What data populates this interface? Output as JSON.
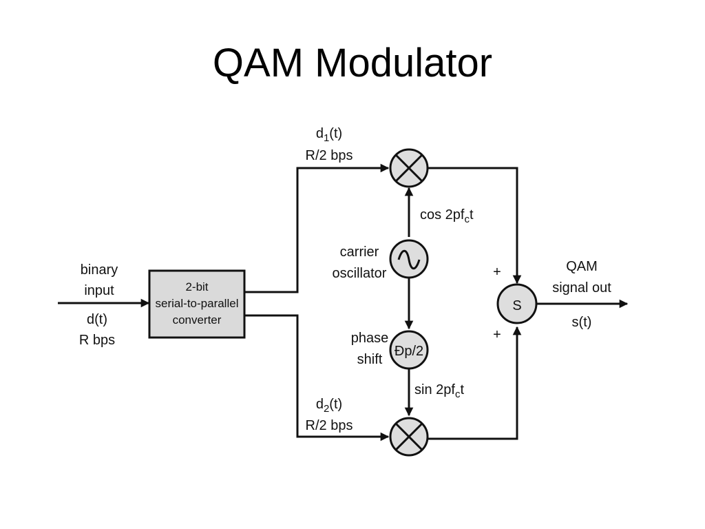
{
  "title": "QAM Modulator",
  "input": {
    "line1": "binary",
    "line2": "input",
    "line3": "d(t)",
    "line4": "R bps"
  },
  "converter": {
    "line1": "2-bit",
    "line2": "serial-to-parallel",
    "line3": "converter"
  },
  "top_branch": {
    "signal": "d",
    "sub": "1",
    "suffix": "(t)",
    "rate": "R/2 bps"
  },
  "bottom_branch": {
    "signal": "d",
    "sub": "2",
    "suffix": "(t)",
    "rate": "R/2 bps"
  },
  "oscillator": {
    "line1": "carrier",
    "line2": "oscillator",
    "symbol": "~"
  },
  "cos_label": {
    "prefix": "cos 2pf",
    "sub": "c",
    "suffix": "t"
  },
  "sin_label": {
    "prefix": "sin 2pf",
    "sub": "c",
    "suffix": "t"
  },
  "phase": {
    "line1": "phase",
    "line2": "shift",
    "symbol": "Ðp/2"
  },
  "summer": {
    "symbol": "S",
    "plus_top": "+",
    "plus_bottom": "+"
  },
  "output": {
    "line1": "QAM",
    "line2": "signal out",
    "line3": "s(t)"
  }
}
